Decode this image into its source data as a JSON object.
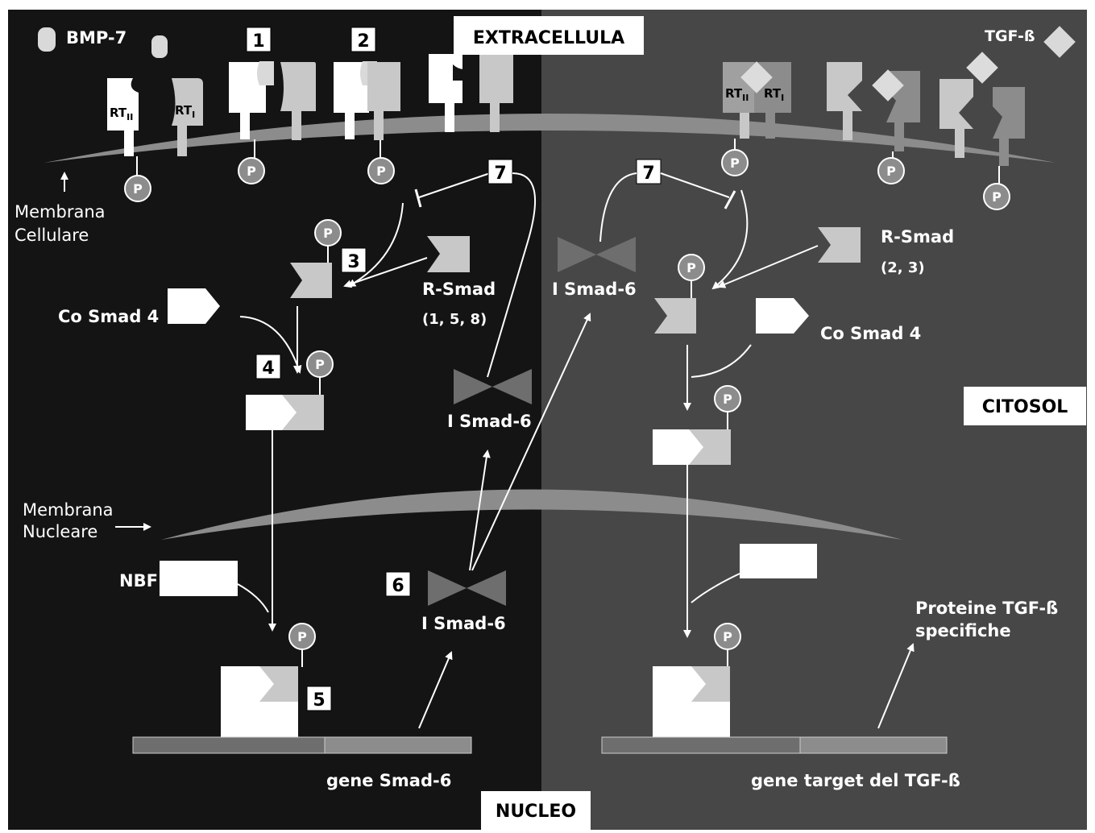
{
  "labels": {
    "extracellula": "EXTRACELLULA",
    "citosol": "CITOSOL",
    "nucleo": "NUCLEO",
    "bmp7": "BMP-7",
    "tgfb": "TGF-ß",
    "rt": "RT",
    "rt2_sub": "II",
    "rt1_sub": "I",
    "membrana_cellulare_1": "Membrana",
    "membrana_cellulare_2": "Cellulare",
    "membrana_nucleare_1": "Membrana",
    "membrana_nucleare_2": "Nucleare",
    "co_smad4_left": "Co Smad 4",
    "co_smad4_right": "Co Smad 4",
    "rsmad_left": "R-Smad",
    "rsmad_left_nums": "(1, 5, 8)",
    "rsmad_right": "R-Smad",
    "rsmad_right_nums": "(2, 3)",
    "ismad6_a": "I Smad-6",
    "ismad6_b": "I Smad-6",
    "ismad6_c": "I Smad-6",
    "nbf": "NBF",
    "gene_smad6": "gene Smad-6",
    "gene_target": "gene target del TGF-ß",
    "proteine_1": "Proteine TGF-ß",
    "proteine_2": "specifiche",
    "phospho": "P"
  },
  "steps": {
    "s1": "1",
    "s2": "2",
    "s3": "3",
    "s4": "4",
    "s5": "5",
    "s6": "6",
    "s7a": "7",
    "s7b": "7"
  },
  "colors": {
    "left_bg": "#141414",
    "right_bg": "#474747",
    "white": "#ffffff",
    "light_gray": "#c8c8c8",
    "mid_gray": "#8c8c8c",
    "dark_gray": "#6e6e6e"
  }
}
